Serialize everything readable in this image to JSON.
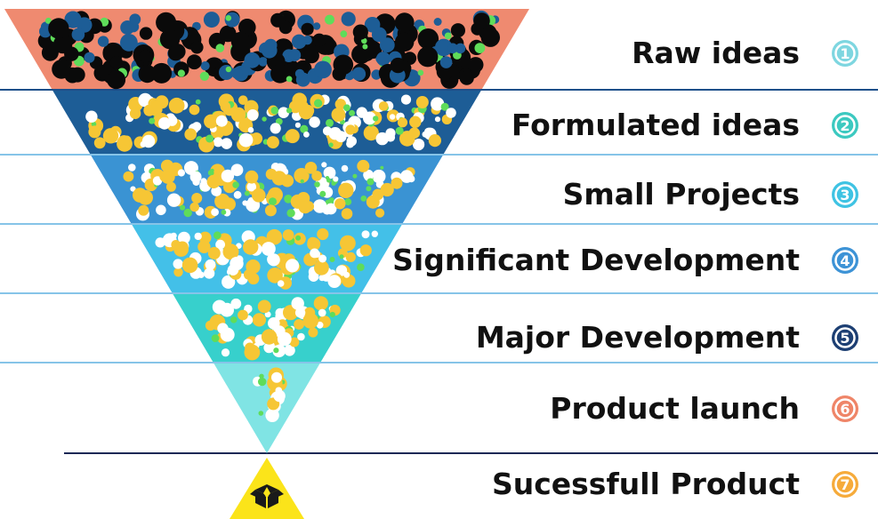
{
  "stages": [
    {
      "label": "Raw ideas",
      "number": "1",
      "badge_color": "#7ed6e0",
      "band_color": "#ef8a70",
      "dots": "dark"
    },
    {
      "label": "Formulated ideas",
      "number": "2",
      "badge_color": "#3cc9c0",
      "band_color": "#1d5d96",
      "dots": "light"
    },
    {
      "label": "Small Projects",
      "number": "3",
      "badge_color": "#3fc3e3",
      "band_color": "#3a93d3",
      "dots": "light"
    },
    {
      "label": "Significant Development",
      "number": "4",
      "badge_color": "#3d93d6",
      "band_color": "#43c0e8",
      "dots": "light"
    },
    {
      "label": "Major Development",
      "number": "5",
      "badge_color": "#1d3f73",
      "band_color": "#37d0cc",
      "dots": "light"
    },
    {
      "label": "Product launch",
      "number": "6",
      "badge_color": "#ef8568",
      "band_color": "#80e4e4",
      "dots": "light"
    },
    {
      "label": "Sucessfull Product",
      "number": "7",
      "badge_color": "#f6ab3b",
      "band_color": "#fbe41a",
      "dots": "none"
    }
  ],
  "divider_colors": [
    "#1d4f8a",
    "#5fb0e0",
    "#5fb0e0",
    "#5fb0e0",
    "#5fb0e0",
    "#1a2855"
  ],
  "final_icon": "open-box-icon"
}
